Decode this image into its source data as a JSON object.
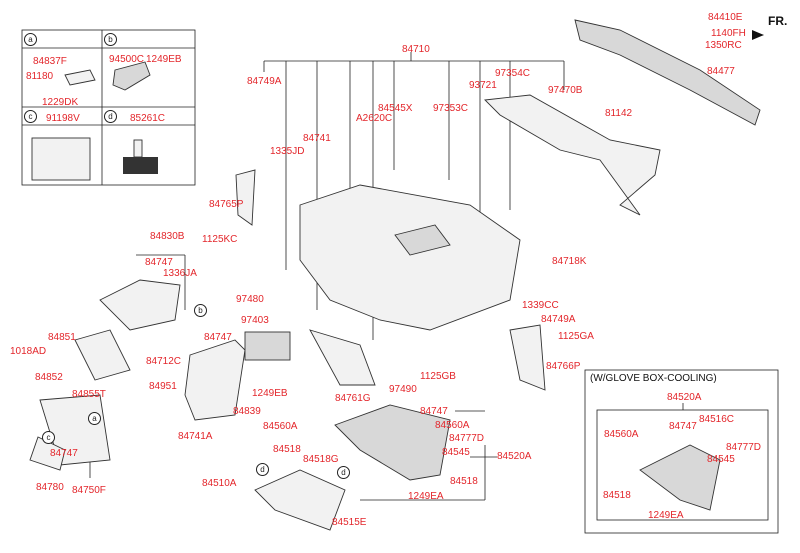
{
  "legend_box": {
    "a": {
      "key": "a",
      "parts": [
        "84837F",
        "81180",
        "1229DK"
      ]
    },
    "b": {
      "key": "b",
      "parts": [
        "94500C",
        "1249EB"
      ]
    },
    "c": {
      "key": "c",
      "part": "91198V"
    },
    "d": {
      "key": "d",
      "part": "85261C"
    }
  },
  "front_indicator": "FR.",
  "main_labels": {
    "p84710": "84710",
    "p84749A_top": "84749A",
    "p84545X": "84545X",
    "p97353C": "97353C",
    "p93721": "93721",
    "p97354C": "97354C",
    "p97470B": "97470B",
    "pA2620C": "A2620C",
    "p84741": "84741",
    "p1335JD": "1335JD",
    "p84410E": "84410E",
    "p1140FH": "1140FH",
    "p1350RC": "1350RC",
    "p84477": "84477",
    "p81142": "81142",
    "p84765P": "84765P",
    "p1125KC": "1125KC",
    "p84830B": "84830B",
    "p84747_a": "84747",
    "p1336JA": "1336JA",
    "p97480": "97480",
    "p84718K": "84718K",
    "p1339CC": "1339CC",
    "p84749A": "84749A",
    "p1125GA": "1125GA",
    "p84766P": "84766P",
    "p97403": "97403",
    "p84747_b": "84747",
    "p84712C": "84712C",
    "p84951": "84951",
    "p1249EB": "1249EB",
    "p84839": "84839",
    "p84741A": "84741A",
    "p84851": "84851",
    "p1018AD": "1018AD",
    "p84852": "84852",
    "p84855T": "84855T",
    "p84747_c": "84747",
    "p84780": "84780",
    "p84750F": "84750F",
    "p84761G": "84761G",
    "p97490": "97490",
    "p1125GB": "1125GB",
    "p84747_d": "84747",
    "p84560A_l": "84560A",
    "p84560A_r": "84560A",
    "p84777D": "84777D",
    "p84518_l": "84518",
    "p84518G": "84518G",
    "p84545": "84545",
    "p84520A": "84520A",
    "p84518_r": "84518",
    "p84510A": "84510A",
    "p1249EA": "1249EA",
    "p84515E": "84515E"
  },
  "callouts": [
    "b",
    "a",
    "c",
    "d",
    "d"
  ],
  "cooling_box": {
    "title": "(W/GLOVE BOX-COOLING)",
    "labels": {
      "p84520A": "84520A",
      "p84747": "84747",
      "p84516C": "84516C",
      "p84560A": "84560A",
      "p84777D": "84777D",
      "p84545": "84545",
      "p84518": "84518",
      "p1249EA": "1249EA"
    }
  },
  "colors": {
    "label": "#e3262b",
    "line": "#222222"
  }
}
